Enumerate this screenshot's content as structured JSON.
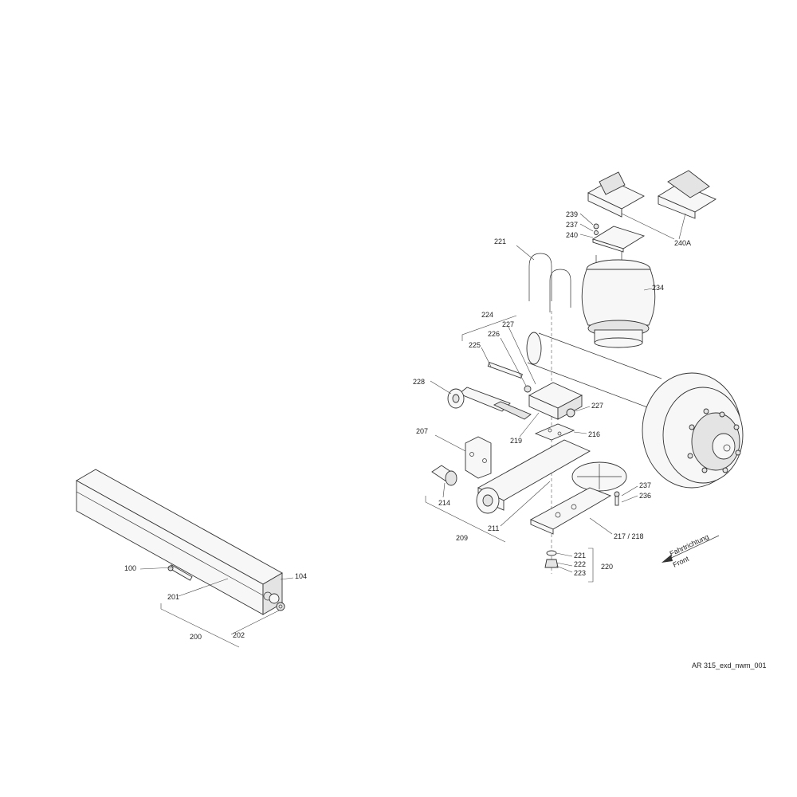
{
  "drawing_reference": "AR 315_exd_nwm_001",
  "direction": {
    "de": "Fahrtrichtung",
    "en": "Front"
  },
  "callouts": {
    "c100": "100",
    "c104": "104",
    "c200": "200",
    "c201": "201",
    "c202": "202",
    "c207": "207",
    "c209": "209",
    "c211": "211",
    "c214": "214",
    "c216": "216",
    "c217_218": "217 / 218",
    "c219": "219",
    "c220": "220",
    "c221_top": "221",
    "c221_stack": "221",
    "c222": "222",
    "c223": "223",
    "c224": "224",
    "c225": "225",
    "c226": "226",
    "c227_top": "227",
    "c227_right": "227",
    "c228": "228",
    "c234": "234",
    "c236": "236",
    "c237_top": "237",
    "c237_right": "237",
    "c239": "239",
    "c240": "240",
    "c240A": "240A"
  },
  "colors": {
    "line": "#333333",
    "background": "#ffffff"
  }
}
